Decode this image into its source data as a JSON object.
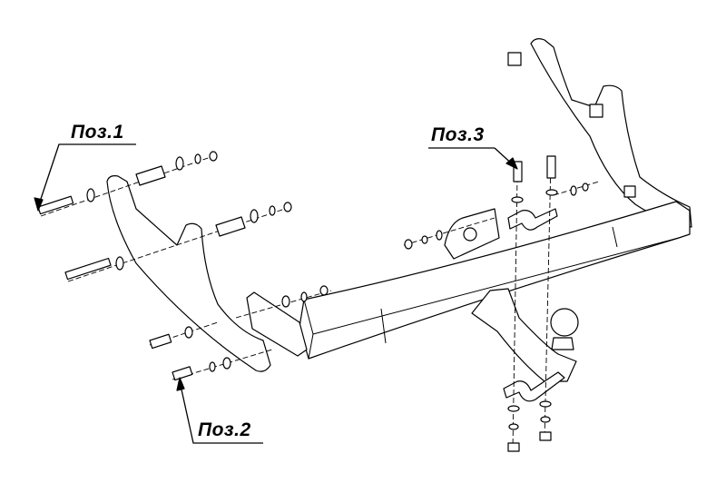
{
  "drawing": {
    "subject": "tow-hitch-exploded-assembly",
    "line_color": "#000000",
    "background": "#ffffff"
  },
  "callouts": [
    {
      "id": "pos1",
      "label": "Поз.1"
    },
    {
      "id": "pos2",
      "label": "Поз.2"
    },
    {
      "id": "pos3",
      "label": "Поз.3"
    }
  ]
}
